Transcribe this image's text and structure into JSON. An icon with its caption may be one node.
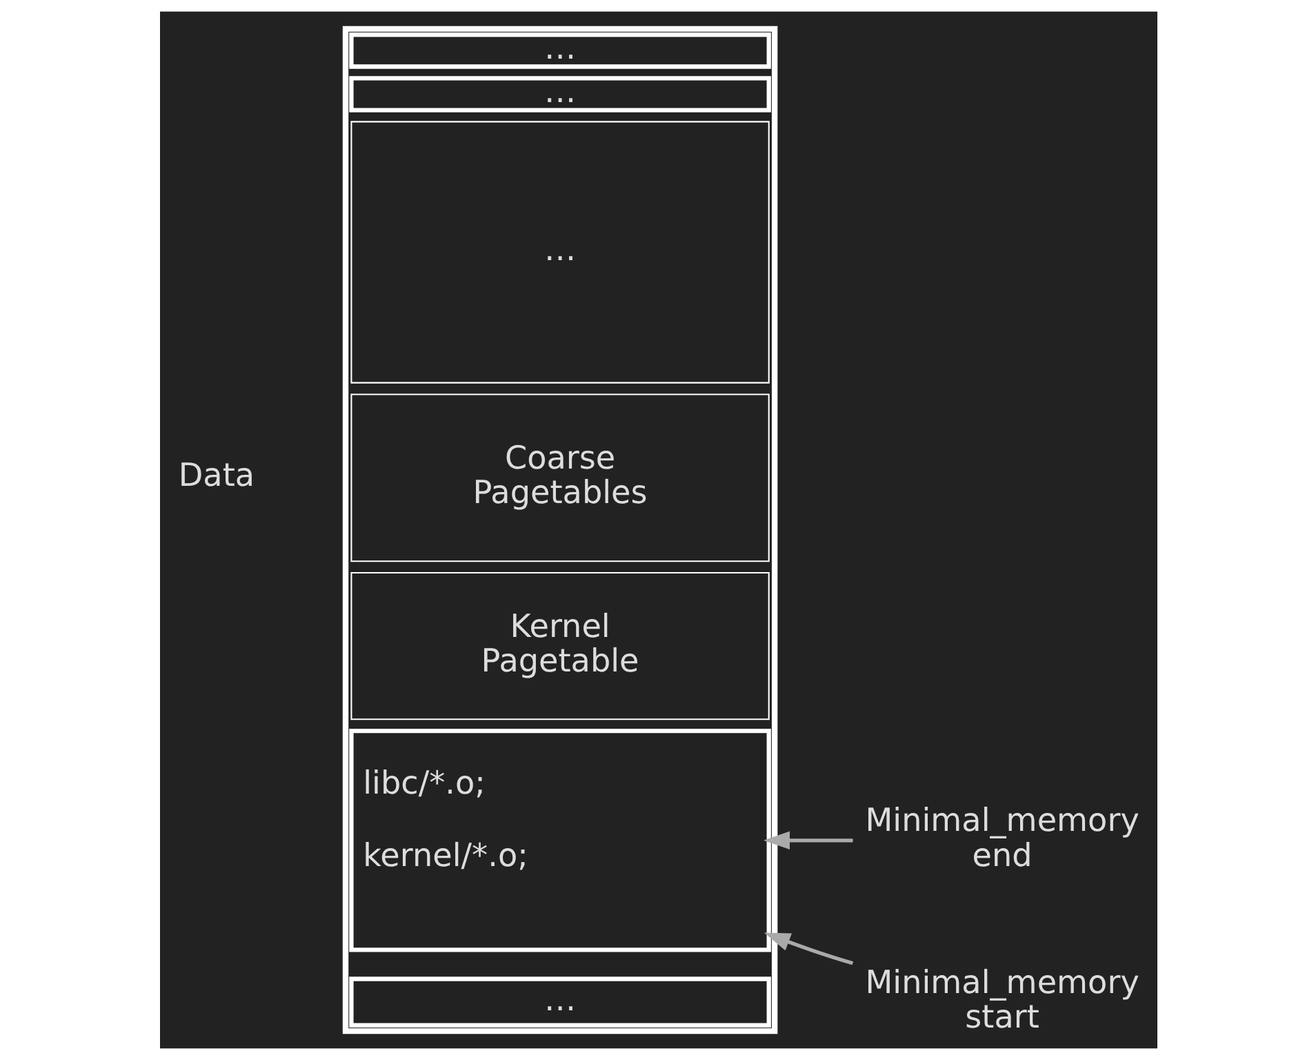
{
  "diagram": {
    "nodes": [
      {
        "text": [],
        "shape": "box"
      },
      {
        "text": [
          "…"
        ],
        "in": 0
      },
      {
        "text": [
          "…"
        ],
        "in": 0
      },
      {
        "text": [
          "…"
        ],
        "in": 0
      },
      {
        "text": [
          "Coarse Pagetables"
        ],
        "in": 0
      },
      {
        "text": [
          "Kernel Pagetable"
        ],
        "in": 0
      },
      {
        "text": [
          "libc/*.o;",
          "kernel/*.o;"
        ],
        "in": 0
      },
      {
        "text": [
          "…"
        ],
        "in": 0
      },
      {
        "text": [
          "Minimal_memory end"
        ]
      },
      {
        "text": [
          "Minimal_memory start"
        ]
      }
    ],
    "edges": [
      {
        "from": 8,
        "to": 6,
        "arrow": "to"
      },
      {
        "from": 9,
        "to": 6,
        "arrow": "to"
      }
    ],
    "labels": [
      "Data"
    ]
  }
}
